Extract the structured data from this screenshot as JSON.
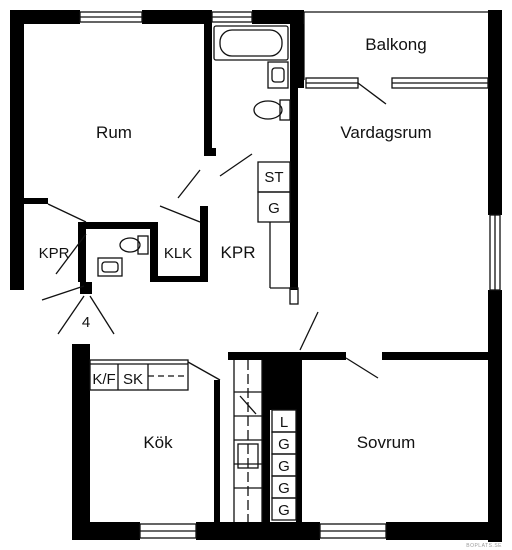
{
  "rooms": {
    "balkong": "Balkong",
    "rum": "Rum",
    "vardagsrum": "Vardagsrum",
    "kok": "Kök",
    "sovrum": "Sovrum"
  },
  "labels": {
    "kpr_left": "KPR",
    "klk": "KLK",
    "kpr_hall": "KPR",
    "st": "ST",
    "g_hall": "G",
    "entrance_number": "4",
    "kf": "K/F",
    "sk": "SK",
    "l_wardrobe": "L",
    "g1": "G",
    "g2": "G",
    "g3": "G",
    "g4": "G"
  },
  "watermark": "BOPLATS.SE",
  "colors": {
    "wall": "#000000",
    "line": "#111111",
    "background": "#ffffff"
  }
}
